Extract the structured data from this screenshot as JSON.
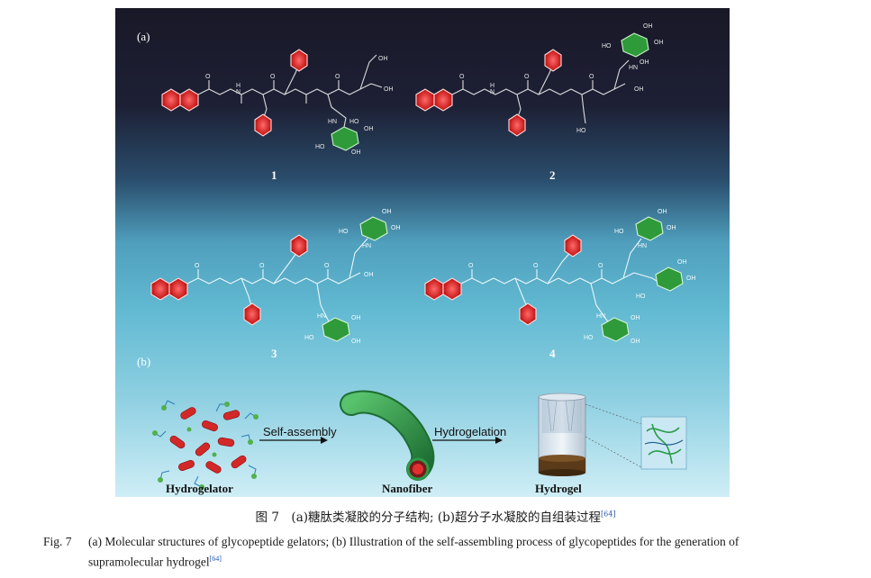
{
  "figure": {
    "panel_a_label": "(a)",
    "panel_b_label": "(b)",
    "compounds": [
      {
        "number": "1"
      },
      {
        "number": "2"
      },
      {
        "number": "3"
      },
      {
        "number": "4"
      }
    ],
    "atoms": {
      "oh": "OH",
      "ho": "HO",
      "nh": "HN",
      "h": "H",
      "n": "N",
      "o": "O",
      "ho_lower": "HO"
    },
    "process": {
      "hydrogelator_label": "Hydrogelator",
      "arrow1_label": "Self-assembly",
      "nanofiber_label": "Nanofiber",
      "arrow2_label": "Hydrogelation",
      "hydrogel_label": "Hydrogel"
    },
    "colors": {
      "dark_bg": "#1b1a2e",
      "light_bg": "#5ab6d0",
      "aromatic_ring": "#e02020",
      "sugar_ring": "#2f9a3a",
      "fiber": "#2d9a4a"
    }
  },
  "caption": {
    "cn_text": "图 7　(a)糖肽类凝胶的分子结构; (b)超分子水凝胶的自组装过程",
    "cn_ref": "[64]",
    "en_fig": "Fig. 7",
    "en_line1": "(a) Molecular structures of glycopeptide gelators; (b) Illustration of the self-assembling process of glycopeptides for the generation of",
    "en_line2": "supramolecular hydrogel",
    "en_ref": "[64]"
  }
}
